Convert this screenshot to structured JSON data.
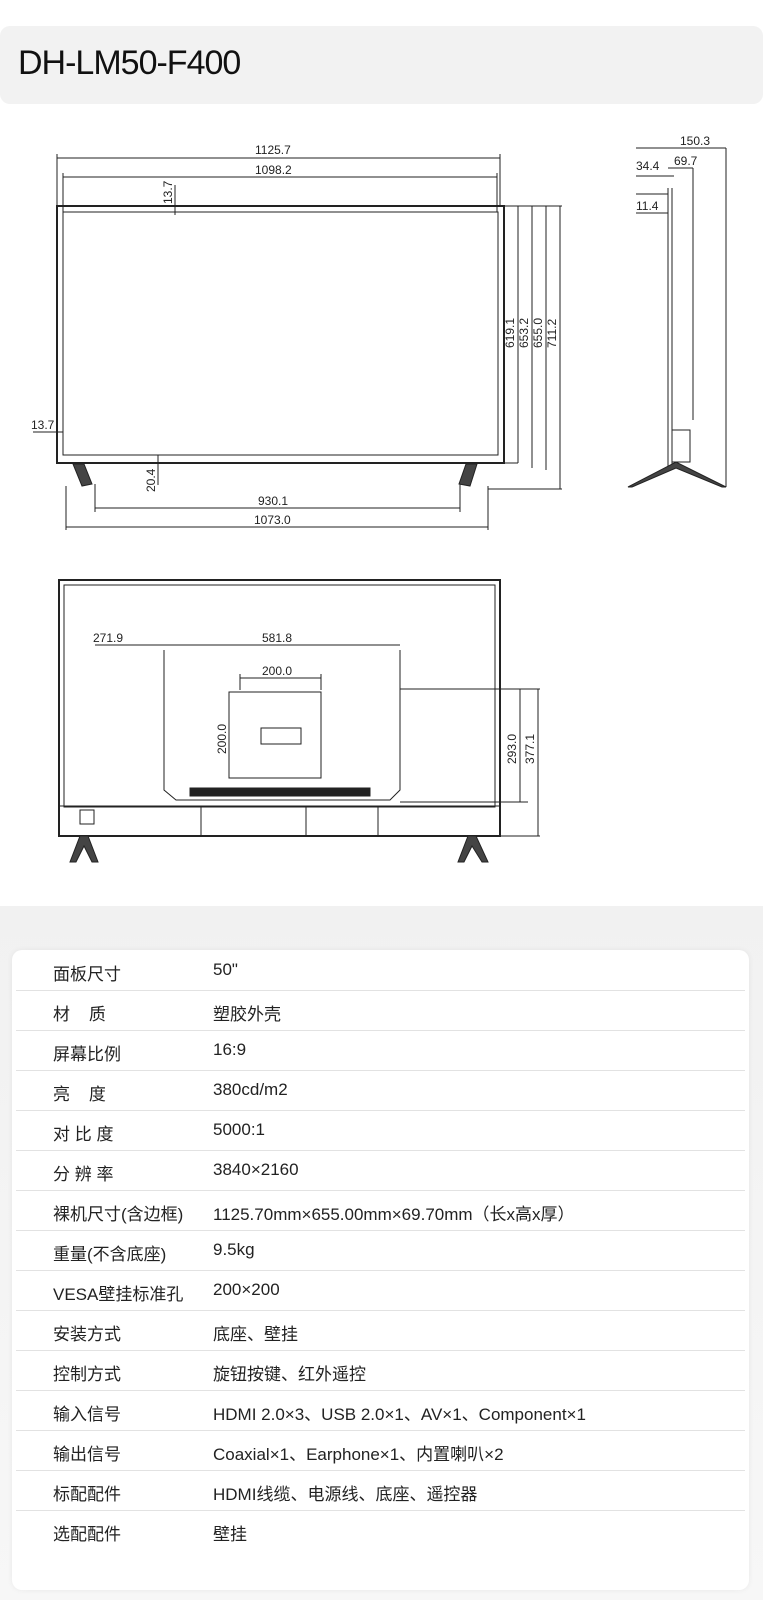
{
  "header": {
    "model": "DH-LM50-F400"
  },
  "drawing": {
    "front": {
      "overall_width": "1125.7",
      "screen_width": "1098.2",
      "top_bezel": "13.7",
      "side_bezel": "13.7",
      "bottom_gap": "20.4",
      "screen_height": "619.1",
      "height_a": "653.2",
      "height_b": "655.0",
      "overall_height": "711.2",
      "stand_inner": "930.1",
      "stand_outer": "1073.0"
    },
    "side": {
      "depth_with_stand": "150.3",
      "body_depth": "69.7",
      "top_depth": "34.4",
      "edge_depth": "11.4"
    },
    "back": {
      "side_offset": "271.9",
      "mount_span": "581.8",
      "vesa_horizontal": "200.0",
      "vesa_vertical": "200.0",
      "hole_height": "293.0",
      "mount_height": "377.1"
    }
  },
  "specs": [
    {
      "label": "面板尺寸",
      "value": "50\""
    },
    {
      "label": "材    质",
      "value": "塑胶外壳"
    },
    {
      "label": "屏幕比例",
      "value": "16:9"
    },
    {
      "label": "亮    度",
      "value": "380cd/m2"
    },
    {
      "label": "对 比 度",
      "value": "5000:1"
    },
    {
      "label": "分 辨 率",
      "value": "3840×2160"
    },
    {
      "label": "裸机尺寸(含边框)",
      "value": "1125.70mm×655.00mm×69.70mm（长x高x厚）"
    },
    {
      "label": "重量(不含底座)",
      "value": "9.5kg"
    },
    {
      "label": "VESA壁挂标准孔",
      "value": "200×200"
    },
    {
      "label": "安装方式",
      "value": "底座、壁挂"
    },
    {
      "label": "控制方式",
      "value": "旋钮按键、红外遥控"
    },
    {
      "label": "输入信号",
      "value": "HDMI 2.0×3、USB 2.0×1、AV×1、Component×1"
    },
    {
      "label": "输出信号",
      "value": "Coaxial×1、Earphone×1、内置喇叭×2"
    },
    {
      "label": "标配配件",
      "value": "HDMI线缆、电源线、底座、遥控器"
    },
    {
      "label": "选配配件",
      "value": "壁挂"
    }
  ]
}
